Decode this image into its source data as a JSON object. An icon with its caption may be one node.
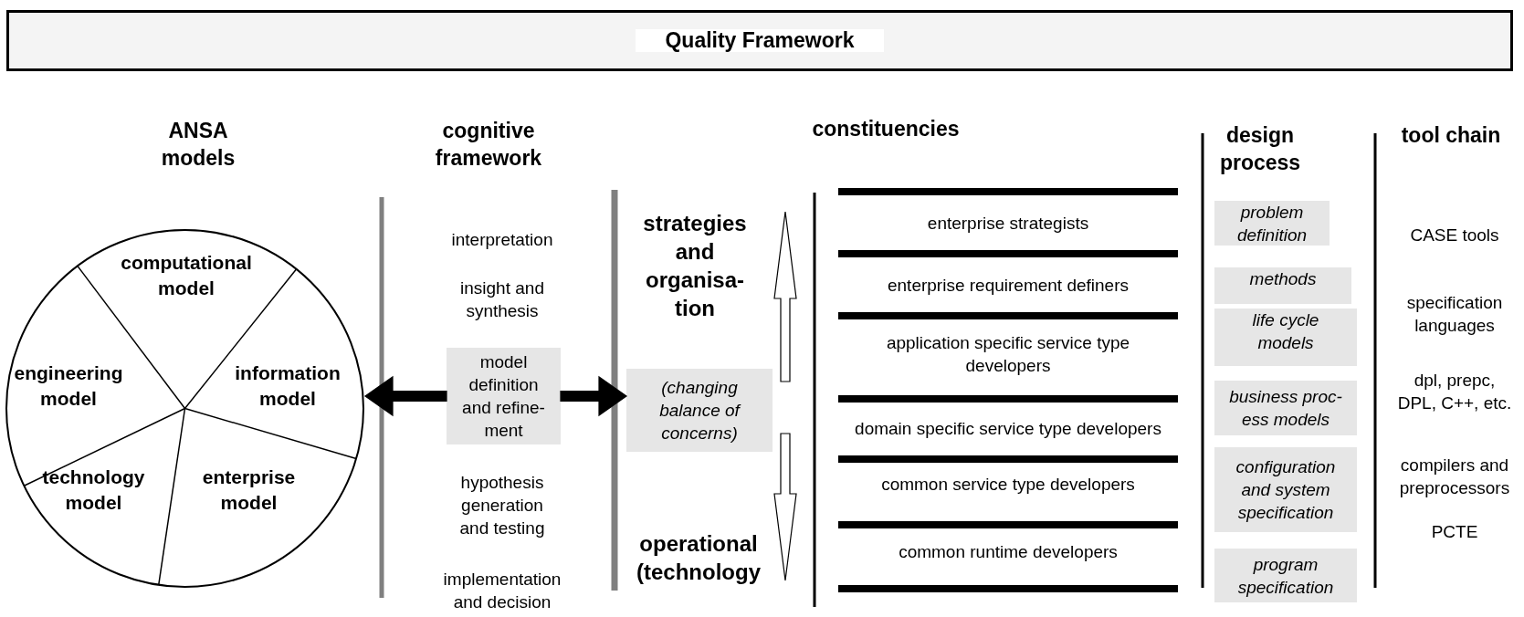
{
  "diagram": {
    "nodes": [
      {
        "text": [
          "Quality Framework"
        ]
      },
      {
        "text": [],
        "shape": "circle"
      },
      {
        "text": [
          "computational model"
        ],
        "in": 1
      },
      {
        "text": [
          "engineering model"
        ],
        "in": 1
      },
      {
        "text": [
          "information model"
        ],
        "in": 1
      },
      {
        "text": [
          "technology model"
        ],
        "in": 1
      },
      {
        "text": [
          "enterprise model"
        ],
        "in": 1
      },
      {
        "text": [
          "model definition and refine- ment"
        ]
      },
      {
        "text": [
          "strategies and organisa- tion"
        ]
      },
      {
        "text": [
          "(changing balance of concerns)"
        ]
      },
      {
        "text": [
          "operational (technology"
        ]
      },
      {
        "text": [
          "problem definition"
        ]
      },
      {
        "text": [
          "methods"
        ]
      },
      {
        "text": [
          "life cycle models"
        ]
      },
      {
        "text": [
          "business proc- ess models"
        ]
      },
      {
        "text": [
          "configuration and system specification"
        ]
      },
      {
        "text": [
          "program specification"
        ]
      }
    ],
    "edges": [
      {
        "from": 7,
        "to": 1,
        "arrow": "to"
      },
      {
        "from": 7,
        "to": 9,
        "arrow": "to"
      },
      {
        "from": 9,
        "to": 8,
        "arrow": "to"
      },
      {
        "from": 9,
        "to": 10,
        "arrow": "to"
      }
    ],
    "labels": [
      "ANSA models",
      "cognitive framework",
      "constituencies",
      "design process",
      "tool chain",
      "interpretation",
      "insight and synthesis",
      "hypothesis generation and testing",
      "implementation and decision",
      "enterprise strategists",
      "enterprise requirement definers",
      "application specific service type developers",
      "domain specific service type developers",
      "common service type developers",
      "common runtime developers",
      "CASE tools",
      "specification languages",
      "dpl, prepc, DPL, C++, etc.",
      "compilers and preprocessors",
      "PCTE"
    ]
  }
}
